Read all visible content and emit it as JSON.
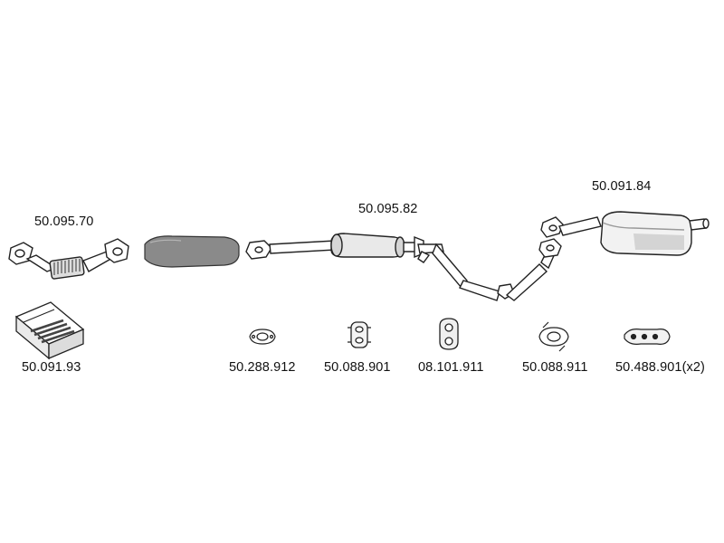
{
  "parts": {
    "front_pipe": "50.095.70",
    "mount_kit": "50.091.93",
    "middle_silencer": "50.095.82",
    "rear_silencer": "50.091.84",
    "gasket_1": "50.288.912",
    "rubber_hanger_1": "50.088.901",
    "rubber_hanger_2": "08.101.911",
    "gasket_2": "50.088.911",
    "clamp_set": "50.488.901(x2)"
  },
  "colors": {
    "line": "#222222",
    "catalyst_fill": "#8a8a8a",
    "part_fill": "#ffffff",
    "shade": "#c8c8c8"
  }
}
